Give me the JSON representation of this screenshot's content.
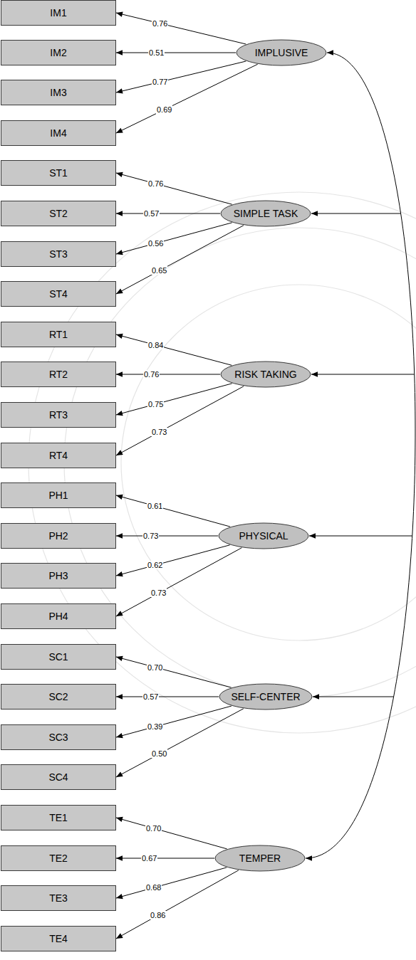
{
  "diagram": {
    "nodes": [
      {
        "text": [
          "IM1"
        ]
      },
      {
        "text": [
          "IM2"
        ]
      },
      {
        "text": [
          "IM3"
        ]
      },
      {
        "text": [
          "IM4"
        ]
      },
      {
        "text": [
          "IMPLUSIVE"
        ]
      },
      {
        "text": [
          "ST1"
        ]
      },
      {
        "text": [
          "ST2"
        ]
      },
      {
        "text": [
          "ST3"
        ]
      },
      {
        "text": [
          "ST4"
        ]
      },
      {
        "text": [
          "SIMPLE TASK"
        ]
      },
      {
        "text": [
          "RT1"
        ]
      },
      {
        "text": [
          "RT2"
        ]
      },
      {
        "text": [
          "RT3"
        ]
      },
      {
        "text": [
          "RT4"
        ]
      },
      {
        "text": [
          "RISK TAKING"
        ]
      },
      {
        "text": [
          "PH1"
        ]
      },
      {
        "text": [
          "PH2"
        ]
      },
      {
        "text": [
          "PH3"
        ]
      },
      {
        "text": [
          "PH4"
        ]
      },
      {
        "text": [
          "PHYSICAL"
        ]
      },
      {
        "text": [
          "SC1"
        ]
      },
      {
        "text": [
          "SC2"
        ]
      },
      {
        "text": [
          "SC3"
        ]
      },
      {
        "text": [
          "SC4"
        ]
      },
      {
        "text": [
          "SELF-CENTER"
        ]
      },
      {
        "text": [
          "TE1"
        ]
      },
      {
        "text": [
          "TE2"
        ]
      },
      {
        "text": [
          "TE3"
        ]
      },
      {
        "text": [
          "TE4"
        ]
      },
      {
        "text": [
          "TEMPER"
        ]
      }
    ],
    "edges": [
      {
        "from": 4,
        "to": 0,
        "label": "0.76",
        "arrow": "to"
      },
      {
        "from": 4,
        "to": 1,
        "label": "0.51",
        "arrow": "to"
      },
      {
        "from": 4,
        "to": 2,
        "label": "0.77",
        "arrow": "to"
      },
      {
        "from": 4,
        "to": 3,
        "label": "0.69",
        "arrow": "to"
      },
      {
        "from": 9,
        "to": 5,
        "label": "0.76",
        "arrow": "to"
      },
      {
        "from": 9,
        "to": 6,
        "label": "0.57",
        "arrow": "to"
      },
      {
        "from": 9,
        "to": 7,
        "label": "0.56",
        "arrow": "to"
      },
      {
        "from": 9,
        "to": 8,
        "label": "0.65",
        "arrow": "to"
      },
      {
        "from": 14,
        "to": 10,
        "label": "0.84",
        "arrow": "to"
      },
      {
        "from": 14,
        "to": 11,
        "label": "0.76",
        "arrow": "to"
      },
      {
        "from": 14,
        "to": 12,
        "label": "0.75",
        "arrow": "to"
      },
      {
        "from": 14,
        "to": 13,
        "label": "0.73",
        "arrow": "to"
      },
      {
        "from": 19,
        "to": 15,
        "label": "0.61",
        "arrow": "to"
      },
      {
        "from": 19,
        "to": 16,
        "label": "0.73",
        "arrow": "to"
      },
      {
        "from": 19,
        "to": 17,
        "label": "0.62",
        "arrow": "to"
      },
      {
        "from": 19,
        "to": 18,
        "label": "0.73",
        "arrow": "to"
      },
      {
        "from": 24,
        "to": 20,
        "label": "0.70",
        "arrow": "to"
      },
      {
        "from": 24,
        "to": 21,
        "label": "0.57",
        "arrow": "to"
      },
      {
        "from": 24,
        "to": 22,
        "label": "0.39",
        "arrow": "to"
      },
      {
        "from": 24,
        "to": 23,
        "label": "0.50",
        "arrow": "to"
      },
      {
        "from": 29,
        "to": 25,
        "label": "0.70",
        "arrow": "to"
      },
      {
        "from": 29,
        "to": 26,
        "label": "0.67",
        "arrow": "to"
      },
      {
        "from": 29,
        "to": 27,
        "label": "0.68",
        "arrow": "to"
      },
      {
        "from": 29,
        "to": 28,
        "label": "0.86",
        "arrow": "to"
      },
      {
        "from": 4,
        "to": 29,
        "arrow": "both"
      }
    ]
  }
}
